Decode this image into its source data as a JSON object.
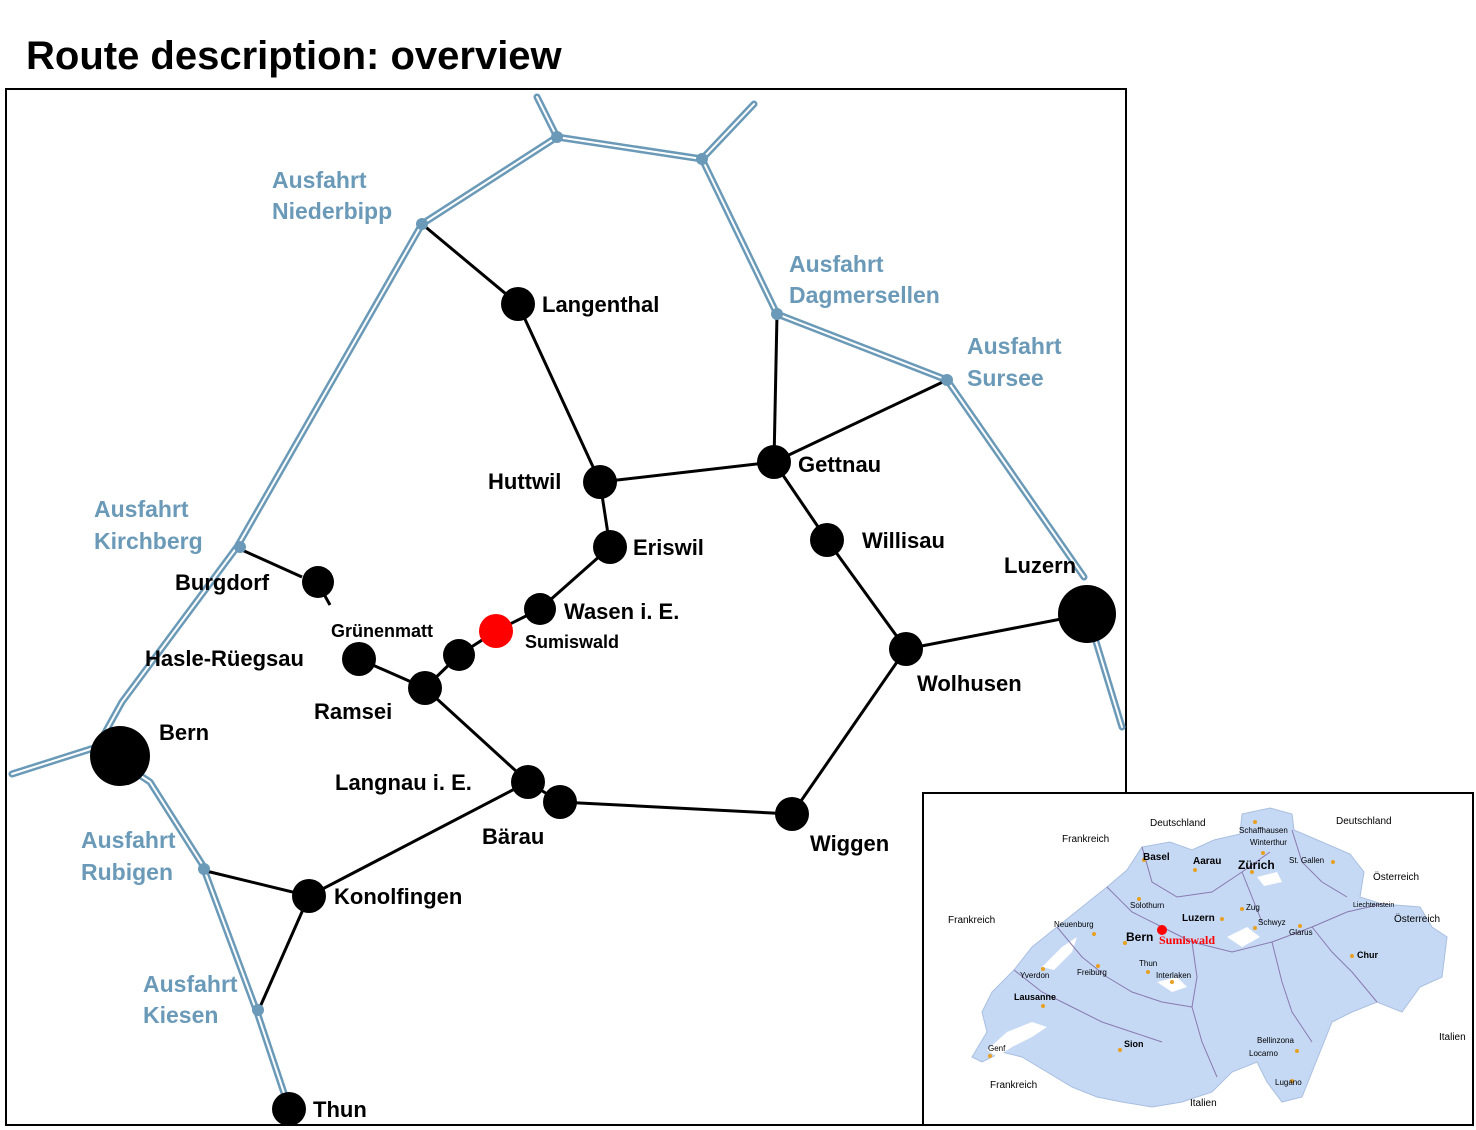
{
  "title": "Route description: overview",
  "colors": {
    "highway": "#6a9ab8",
    "road": "#000000",
    "highlight": "#ff0000",
    "inset_land": "#c5d9f5",
    "inset_border": "#8a7ab0",
    "inset_city": "#e8a020"
  },
  "exits": {
    "niederbipp": [
      "Ausfahrt",
      "Niederbipp"
    ],
    "dagmersellen": [
      "Ausfahrt",
      "Dagmersellen"
    ],
    "sursee": [
      "Ausfahrt",
      "Sursee"
    ],
    "kirchberg": [
      "Ausfahrt",
      "Kirchberg"
    ],
    "rubigen": [
      "Ausfahrt",
      "Rubigen"
    ],
    "kiesen": [
      "Ausfahrt",
      "Kiesen"
    ]
  },
  "places": {
    "langenthal": "Langenthal",
    "huttwil": "Huttwil",
    "gettnau": "Gettnau",
    "eriswil": "Eriswil",
    "willisau": "Willisau",
    "luzern": "Luzern",
    "burgdorf": "Burgdorf",
    "wasen": "Wasen i. E.",
    "gruenenmatt": "Grünenmatt",
    "sumiswald": "Sumiswald",
    "hasle": "Hasle-Rüegsau",
    "wolhusen": "Wolhusen",
    "ramsei": "Ramsei",
    "bern": "Bern",
    "langnau": "Langnau i. E.",
    "baerau": "Bärau",
    "wiggen": "Wiggen",
    "konolfingen": "Konolfingen",
    "thun": "Thun"
  },
  "inset": {
    "neighbors": {
      "deutschland_1": "Deutschland",
      "deutschland_2": "Deutschland",
      "frankreich_1": "Frankreich",
      "frankreich_2": "Frankreich",
      "frankreich_3": "Frankreich",
      "oesterreich_1": "Österreich",
      "oesterreich_2": "Österreich",
      "liechtenstein": "Liechtenstein",
      "italien_1": "Italien",
      "italien_2": "Italien"
    },
    "cities": {
      "schaffhausen": "Schaffhausen",
      "winterthur": "Winterthur",
      "basel": "Basel",
      "aarau": "Aarau",
      "zuerich": "Zürich",
      "stgallen": "St. Gallen",
      "solothurn": "Solothurn",
      "zug": "Zug",
      "neuenburg": "Neuenburg",
      "luzern": "Luzern",
      "schwyz": "Schwyz",
      "glarus": "Glarus",
      "bern": "Bern",
      "sumiswald": "Sumiswald",
      "chur": "Chur",
      "thun": "Thun",
      "yverdon": "Yverdon",
      "freiburg": "Freiburg",
      "interlaken": "Interlaken",
      "lausanne": "Lausanne",
      "sion": "Sion",
      "genf": "Genf",
      "bellinzona": "Bellinzona",
      "locarno": "Locarno",
      "lugano": "Lugano"
    }
  }
}
